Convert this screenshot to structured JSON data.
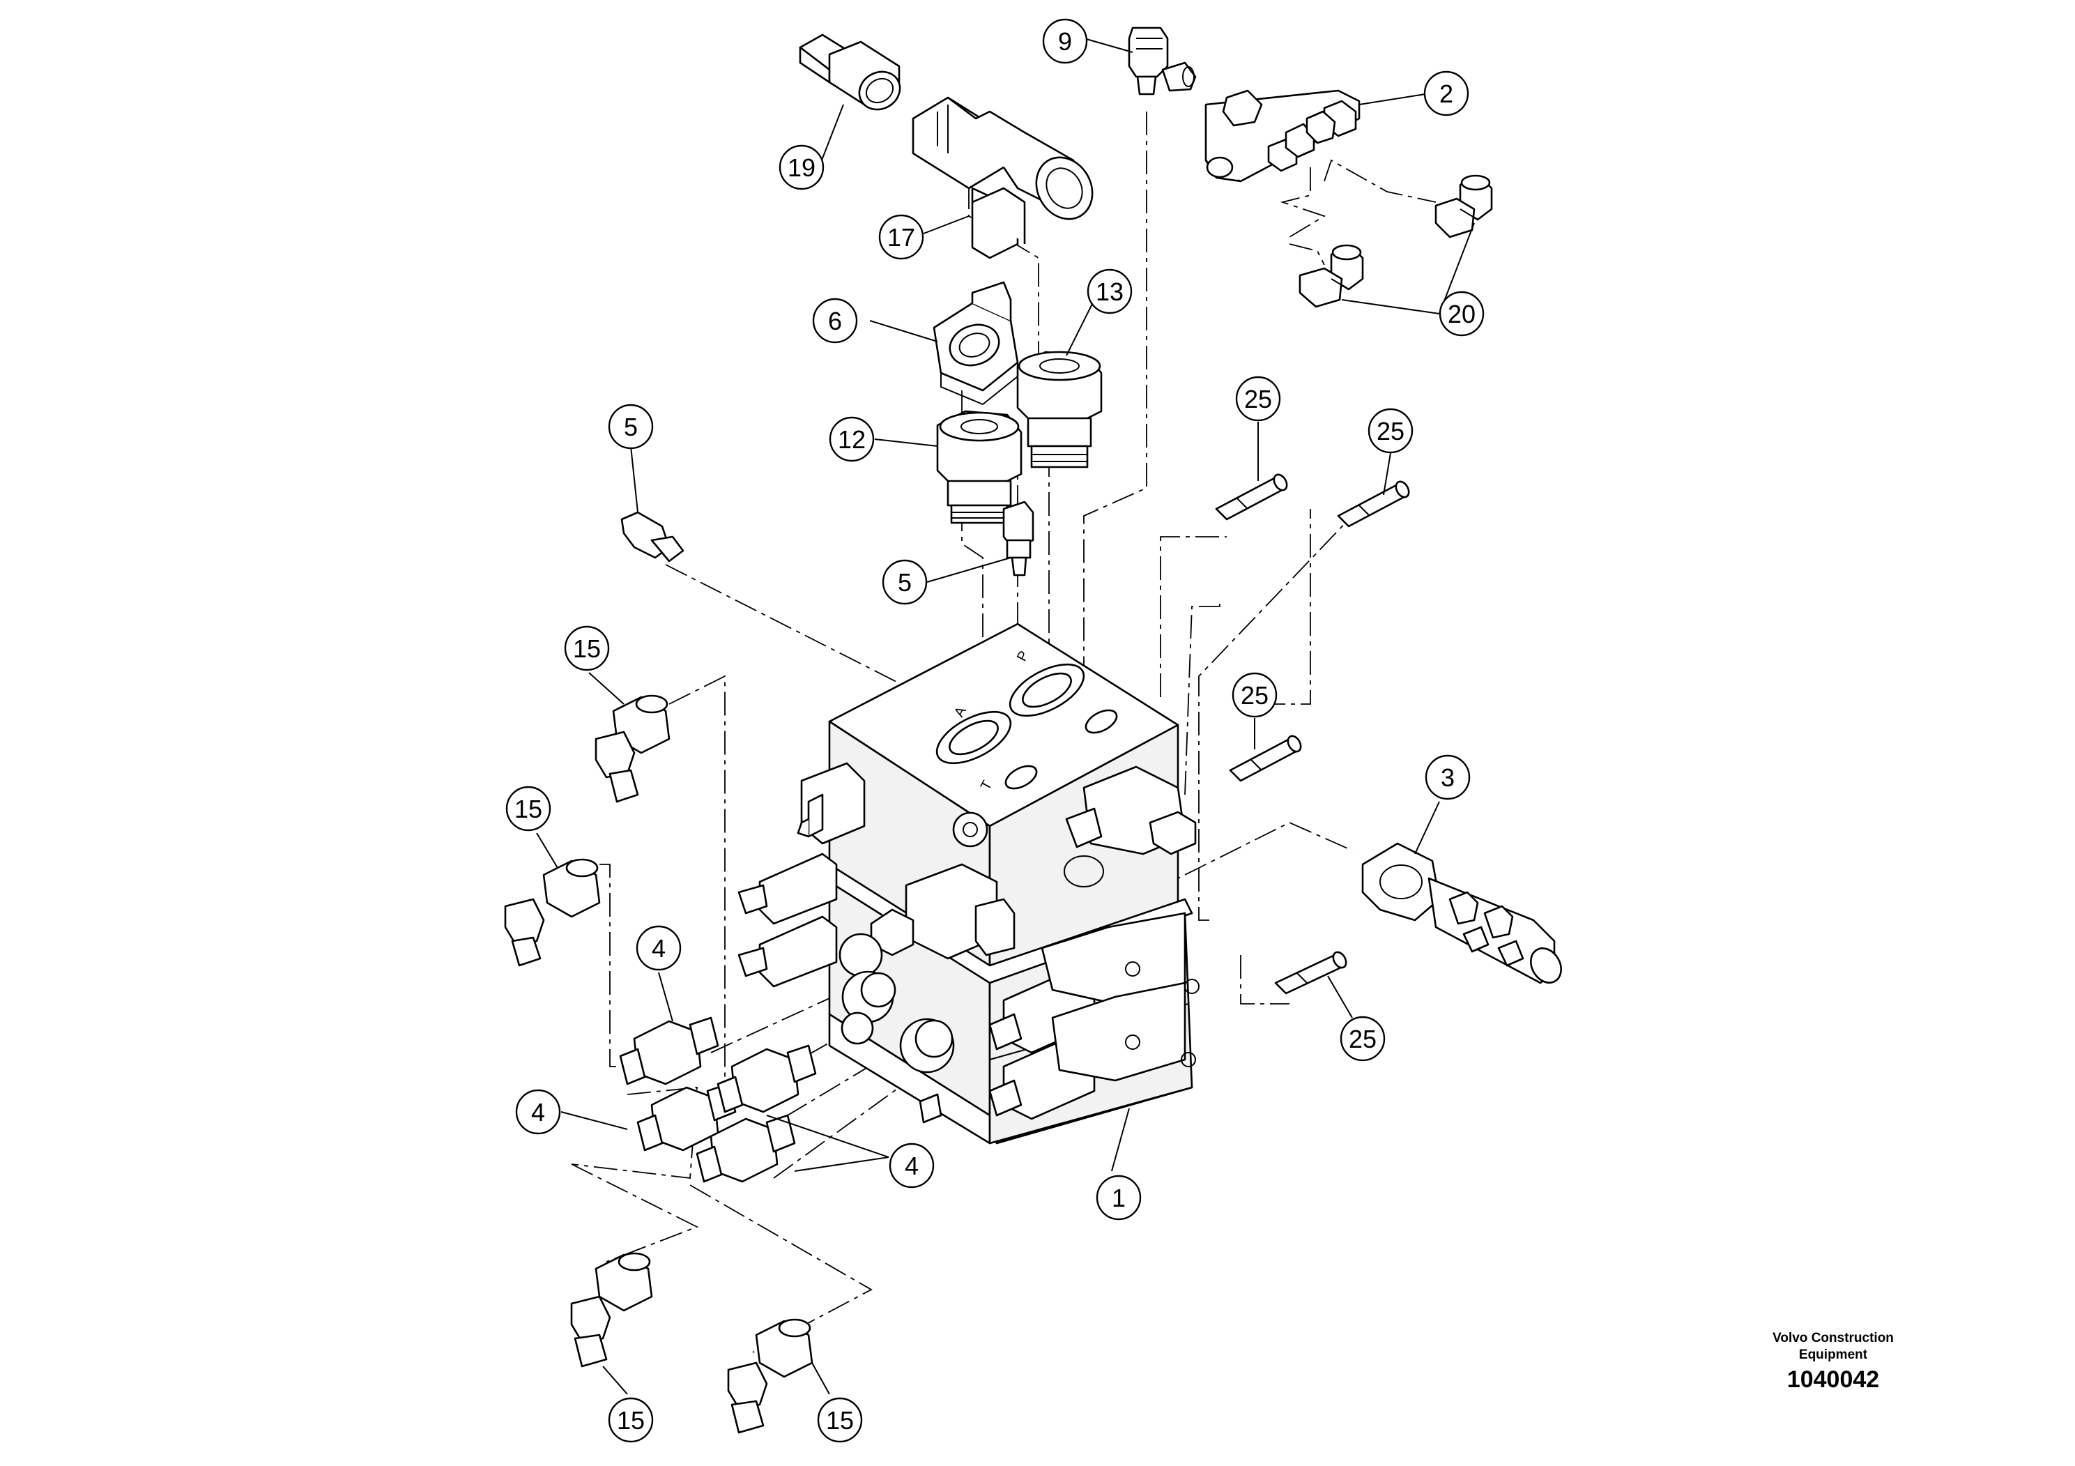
{
  "brand": {
    "line1": "Volvo Construction",
    "line2": "Equipment"
  },
  "document_number": "1040042",
  "callouts": [
    {
      "label": "19"
    },
    {
      "label": "9"
    },
    {
      "label": "2"
    },
    {
      "label": "17"
    },
    {
      "label": "13"
    },
    {
      "label": "20"
    },
    {
      "label": "6"
    },
    {
      "label": "12"
    },
    {
      "label": "5"
    },
    {
      "label": "25"
    },
    {
      "label": "25"
    },
    {
      "label": "5"
    },
    {
      "label": "15"
    },
    {
      "label": "25"
    },
    {
      "label": "15"
    },
    {
      "label": "3"
    },
    {
      "label": "4"
    },
    {
      "label": "25"
    },
    {
      "label": "4"
    },
    {
      "label": "4"
    },
    {
      "label": "1"
    },
    {
      "label": "15"
    },
    {
      "label": "15"
    }
  ],
  "port_marks": {
    "p": "P",
    "a": "A",
    "t": "T"
  }
}
